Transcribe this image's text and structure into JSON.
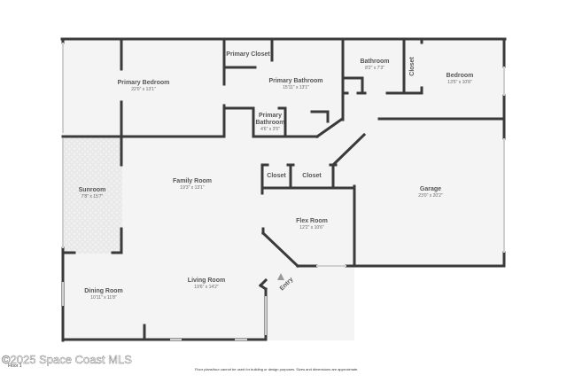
{
  "plan": {
    "floor_label": "Floor 1",
    "watermark": "©2025 Space Coast MLS",
    "disclaimer": "Floor plans/tour cannot be used for building or design purposes. Sizes and dimensions are approximate.",
    "colors": {
      "wall": "#3a3a3a",
      "floor": "#f4f4f4",
      "window": "#d8d8d8",
      "text": "#555555"
    },
    "rooms": {
      "primary_bedroom": {
        "name": "Primary Bedroom",
        "dims": "22'0\" x 13'1\""
      },
      "primary_closet": {
        "name": "Primary Closet",
        "dims": ""
      },
      "primary_bathroom": {
        "name": "Primary Bathroom",
        "dims": "15'11\" x 13'1\""
      },
      "primary_bathroom_small": {
        "name": "Primary Bathroom",
        "dims": "4'6\" x 3'5\""
      },
      "bathroom": {
        "name": "Bathroom",
        "dims": "8'2\" x 7'3\""
      },
      "closet_vertical": {
        "name": "Closet",
        "dims": ""
      },
      "bedroom": {
        "name": "Bedroom",
        "dims": "13'5\" x 10'8\""
      },
      "sunroom": {
        "name": "Sunroom",
        "dims": "7'8\" x 15'7\""
      },
      "family_room": {
        "name": "Family Room",
        "dims": "19'3\" x 13'1\""
      },
      "closet_a": {
        "name": "Closet",
        "dims": ""
      },
      "closet_b": {
        "name": "Closet",
        "dims": ""
      },
      "garage": {
        "name": "Garage",
        "dims": "23'0\" x 20'2\""
      },
      "flex_room": {
        "name": "Flex Room",
        "dims": "12'2\" x 10'6\""
      },
      "living_room": {
        "name": "Living Room",
        "dims": "19'6\" x 14'2\""
      },
      "dining_room": {
        "name": "Dining Room",
        "dims": "10'11\" x 11'8\""
      },
      "entry": {
        "name": "Entry"
      }
    }
  }
}
